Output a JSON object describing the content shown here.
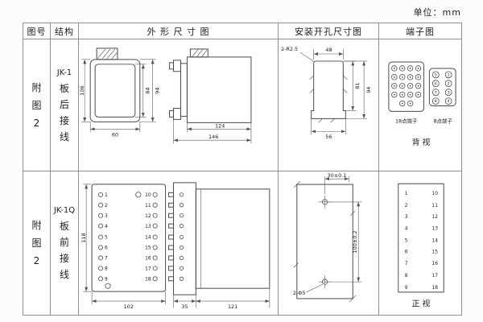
{
  "unit_label": "单位：mm",
  "table": {
    "headers": [
      "图号",
      "结构",
      "外 形 尺 寸 图",
      "安装开孔尺寸图",
      "端子图"
    ]
  },
  "row1": {
    "fig_chars": [
      "附",
      "图",
      "2"
    ],
    "structure_lines": [
      "JK-1",
      "板",
      "后",
      "接",
      "线"
    ],
    "outline_dims": {
      "h_total": "106",
      "h_inner": "84",
      "h_outer": "94",
      "w_front": "60",
      "w_inner": "124",
      "w_total": "146"
    },
    "install_dims": {
      "callout": "2-R2.5",
      "w_top": "48",
      "h_inner": "81",
      "h_total": "94",
      "w_bottom": "56"
    },
    "terminal": {
      "label_18": "18点端子",
      "label_8": "8点端子",
      "points8": [
        "5",
        "1",
        "6",
        "2",
        "7",
        "3",
        "8",
        "4"
      ],
      "view_label": "背视"
    }
  },
  "row2": {
    "fig_chars": [
      "附",
      "图",
      "2"
    ],
    "structure_lines": [
      "JK-1Q",
      "板",
      "前",
      "接",
      "线"
    ],
    "outline": {
      "left_terminals": [
        "1",
        "2",
        "3",
        "4",
        "5",
        "6",
        "7",
        "8",
        "9"
      ],
      "right_terminals": [
        "10",
        "11",
        "12",
        "13",
        "14",
        "15",
        "16",
        "17",
        "18"
      ],
      "dims": {
        "h": "118",
        "w_front": "102",
        "w_base": "35",
        "w_body": "121"
      }
    },
    "install_dims": {
      "w_holes": "30±0.1",
      "h_holes": "100±0.2",
      "callout": "2-Φ5"
    },
    "terminal": {
      "left": [
        "1",
        "2",
        "3",
        "4",
        "5",
        "6",
        "7",
        "8",
        "9"
      ],
      "right": [
        "10",
        "11",
        "12",
        "13",
        "14",
        "15",
        "16",
        "17",
        "18"
      ],
      "view_label": "正视"
    }
  }
}
